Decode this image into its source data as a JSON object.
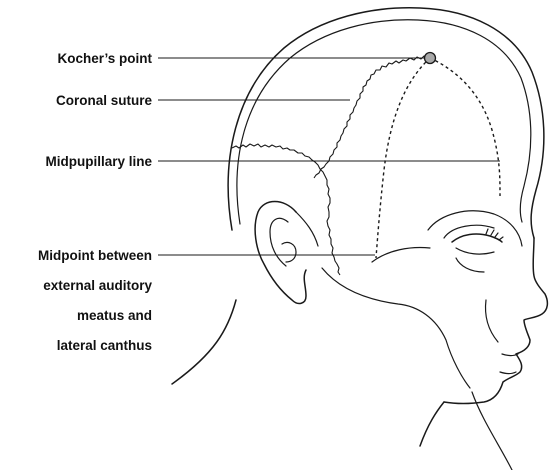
{
  "labels": {
    "kochers_point": "Kocher’s point",
    "coronal_suture": "Coronal suture",
    "midpupillary_line": "Midpupillary line",
    "midpoint_line1": "Midpoint between",
    "midpoint_line2": "external auditory",
    "midpoint_line3": "meatus and",
    "midpoint_line4": "lateral canthus"
  },
  "colors": {
    "ink": "#1a1a1a",
    "kocher_point_fill": "#a8a8a8",
    "background": "#ffffff"
  }
}
